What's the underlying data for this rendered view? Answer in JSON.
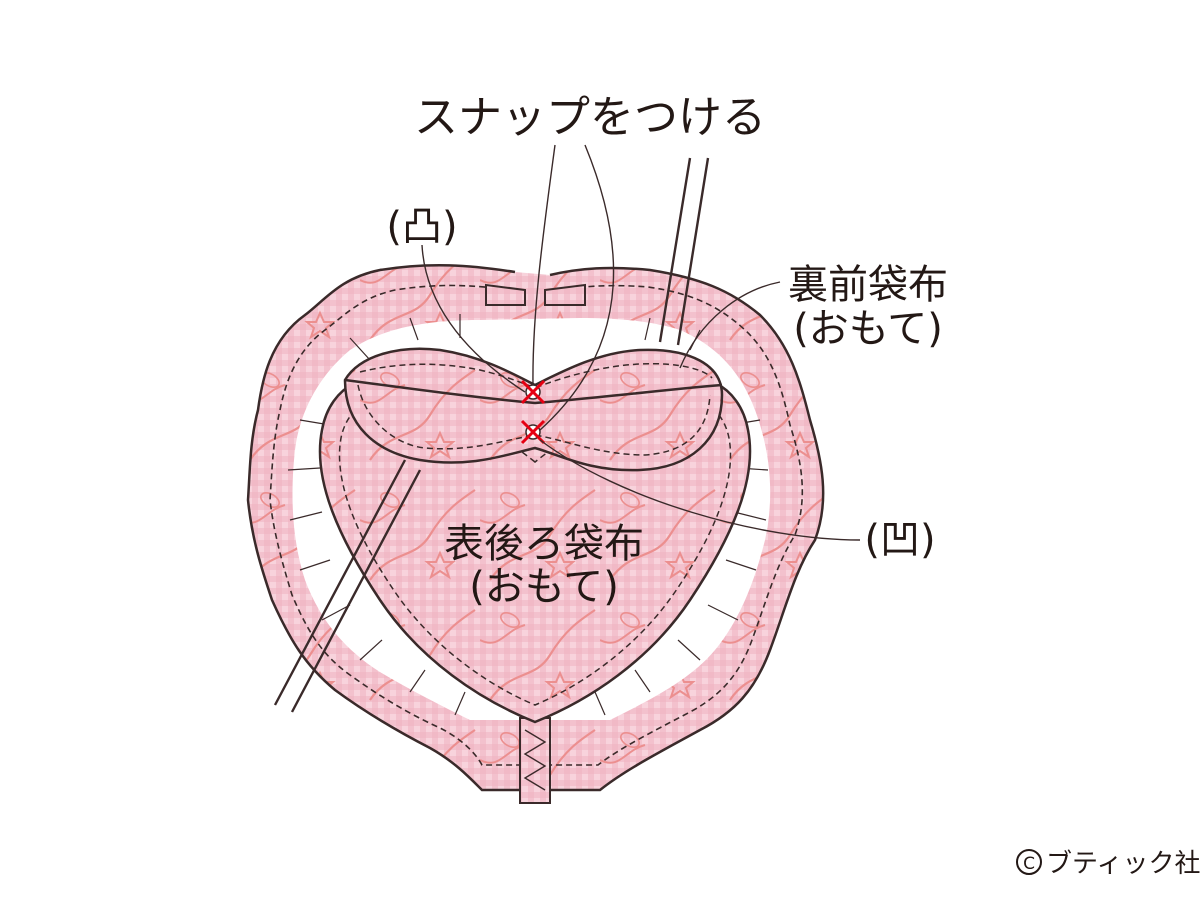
{
  "labels": {
    "snap": "スナップをつける",
    "convex": "(凸)",
    "concave": "(凹)",
    "lining_front_line1": "裏前袋布",
    "lining_front_line2": "(おもて)",
    "outer_back_line1": "表後ろ袋布",
    "outer_back_line2": "(おもて)"
  },
  "credit": "ブティック社",
  "colors": {
    "outline": "#3a2a2a",
    "fabric": "#f6c9d3",
    "gingham": "#e9a7b6",
    "floral": "#ec8f8f",
    "snap_mark": "#e60012",
    "background": "#ffffff"
  }
}
